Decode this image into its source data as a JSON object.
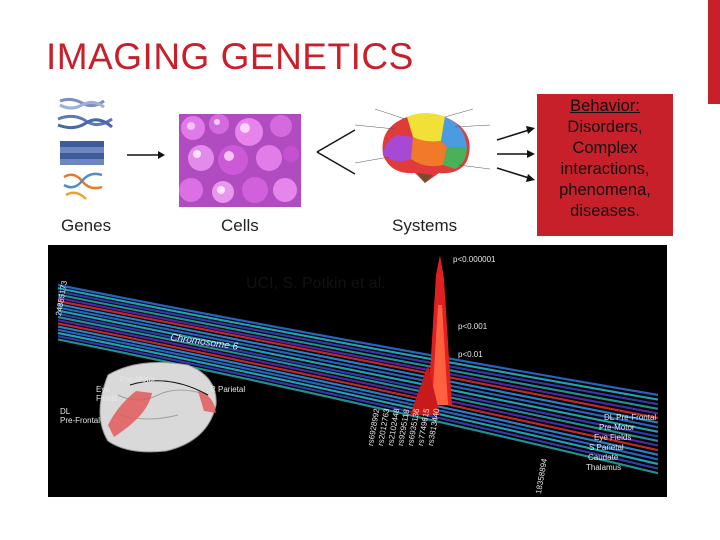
{
  "slide": {
    "title": "IMAGING GENETICS",
    "captions": {
      "genes": "Genes",
      "cells": "Cells",
      "systems": "Systems"
    },
    "behavior": {
      "title": "Behavior:",
      "lines": [
        "Disorders,",
        "Complex",
        "interactions,",
        "phenomena,",
        "diseases."
      ]
    },
    "credit": "UCI, S. Potkin et al."
  },
  "figure": {
    "pvalues": [
      "p<0.000001",
      "p<0.001",
      "p<0.01"
    ],
    "chromosome_label": "Chromosome 6",
    "id_left": "24885173",
    "id_bottom": "18358894",
    "regions_left": [
      "Pre-Motor",
      "Eye",
      "Fields",
      "R Parietal",
      "DL",
      "Pre-Frontal"
    ],
    "regions_right": [
      "DL Pre-Frontal",
      "Pre-Motor",
      "Eye Fields",
      "S Parietal",
      "Caudate",
      "Thalamus"
    ],
    "snp_ids": [
      "rs6928992",
      "rs2012763",
      "rs2102448",
      "rs9295118",
      "rs6935136",
      "rs7749615",
      "rs3813440"
    ]
  },
  "colors": {
    "accent": "#c8202a",
    "panel_bg": "#000000"
  }
}
